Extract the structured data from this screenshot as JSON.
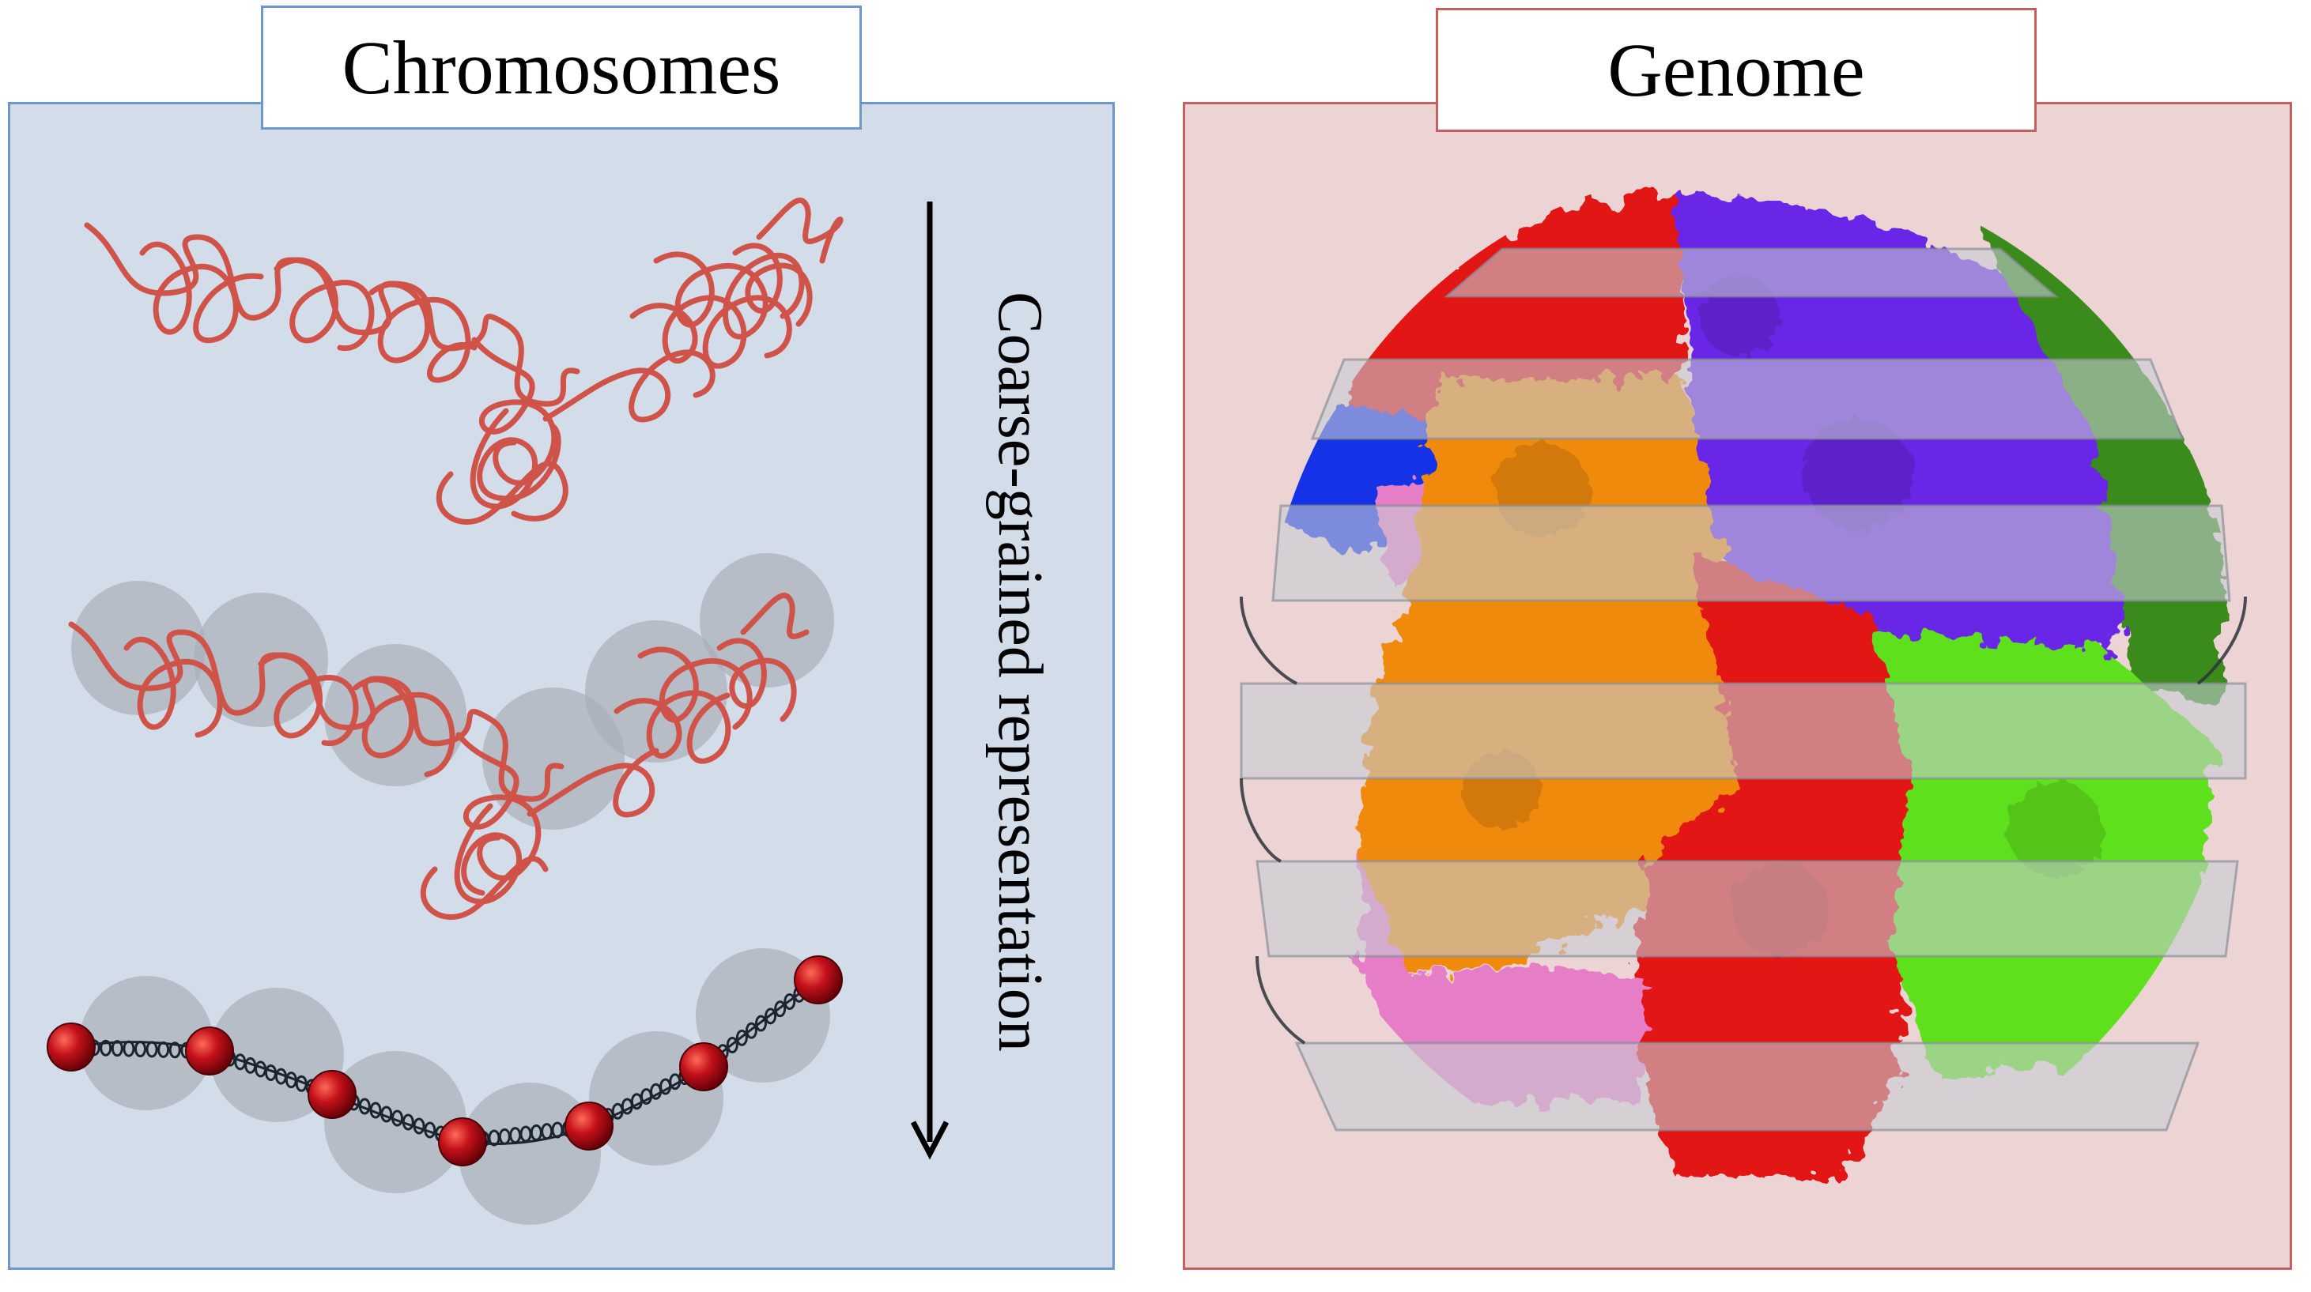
{
  "panels": {
    "chromosomes": {
      "title": "Chromosomes"
    },
    "genome": {
      "title": "Genome"
    }
  },
  "arrow_label": "Coarse-grained representation",
  "colors": {
    "chromosomes_panel_bg": "#d3dce9",
    "chromosomes_border": "#6f97c9",
    "genome_panel_bg": "#ecd3d4",
    "genome_border": "#c75e5f",
    "chromatin_strand": "#cf5348",
    "bead": "#b40f12",
    "territories": [
      "#e31414",
      "#6a28e6",
      "#f08a10",
      "#5fe01e",
      "#e67ec7",
      "#1633e6",
      "#3a8a1a"
    ]
  }
}
